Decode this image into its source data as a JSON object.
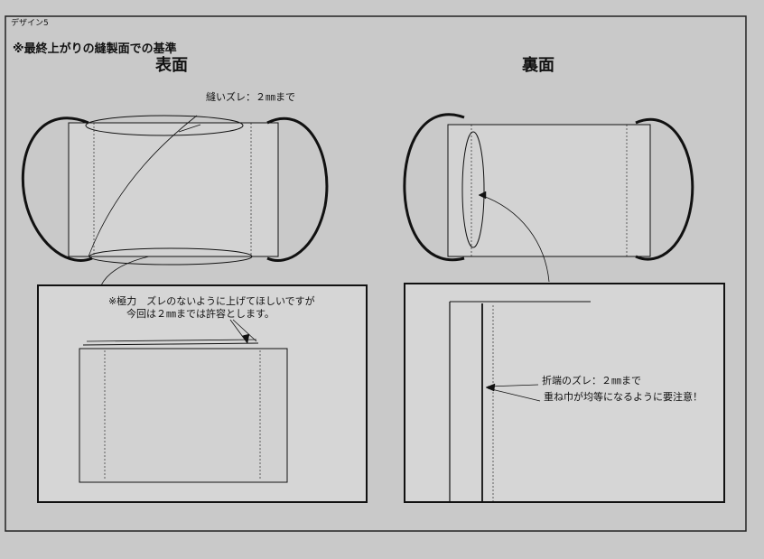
{
  "header": {
    "design_label": "デザイン5",
    "criteria_title": "※最終上がりの縫製面での基準"
  },
  "front": {
    "heading": "表面",
    "seam_tolerance": "縫いズレ：２㎜まで",
    "note_line1": "※極力　ズレのないように上げてほしいですが",
    "note_line2": "今回は２㎜までは許容とします。"
  },
  "back": {
    "heading": "裏面",
    "fold_tolerance": "折端のズレ：２㎜まで",
    "layer_note": "重ね巾が均等になるように要注意！"
  },
  "colors": {
    "paper": "#c9c9c9",
    "panel": "#d6d6d6",
    "ink": "#111111"
  }
}
